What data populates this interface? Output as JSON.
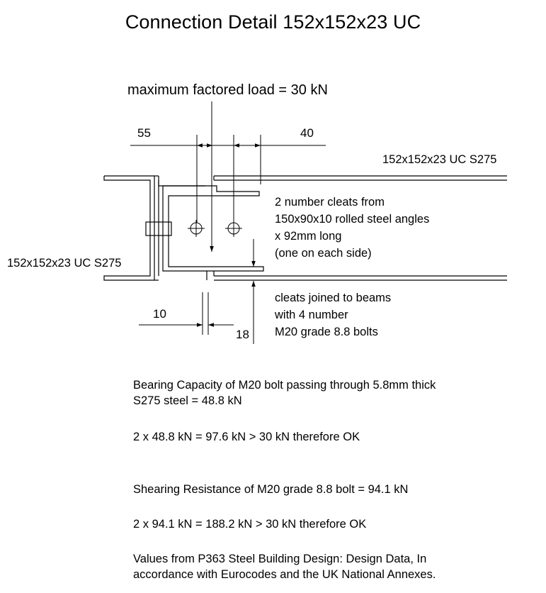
{
  "title": "Connection Detail 152x152x23 UC",
  "load_label": "maximum factored load = 30 kN",
  "dimensions": {
    "left_edge": "55",
    "right_edge": "40",
    "gap": "10",
    "depth": "18"
  },
  "labels": {
    "beam": "152x152x23 UC S275",
    "column": "152x152x23 UC S275",
    "cleats": [
      "2 number cleats from",
      "150x90x10 rolled steel angles",
      "x 92mm long",
      "(one on each side)"
    ],
    "bolts": [
      "cleats joined to beams",
      "with 4 number",
      "M20 grade 8.8 bolts"
    ]
  },
  "calculations": {
    "bearing": [
      "Bearing Capacity of M20 bolt passing through 5.8mm thick",
      "S275 steel = 48.8 kN"
    ],
    "bearing_check": "2 x 48.8 kN = 97.6 kN > 30 kN therefore OK",
    "shear": "Shearing Resistance of M20 grade 8.8 bolt = 94.1 kN",
    "shear_check": "2 x 94.1 kN = 188.2 kN > 30 kN therefore OK",
    "reference": [
      "Values from P363 Steel Building Design: Design Data, In",
      "accordance with Eurocodes and the UK National Annexes."
    ]
  }
}
